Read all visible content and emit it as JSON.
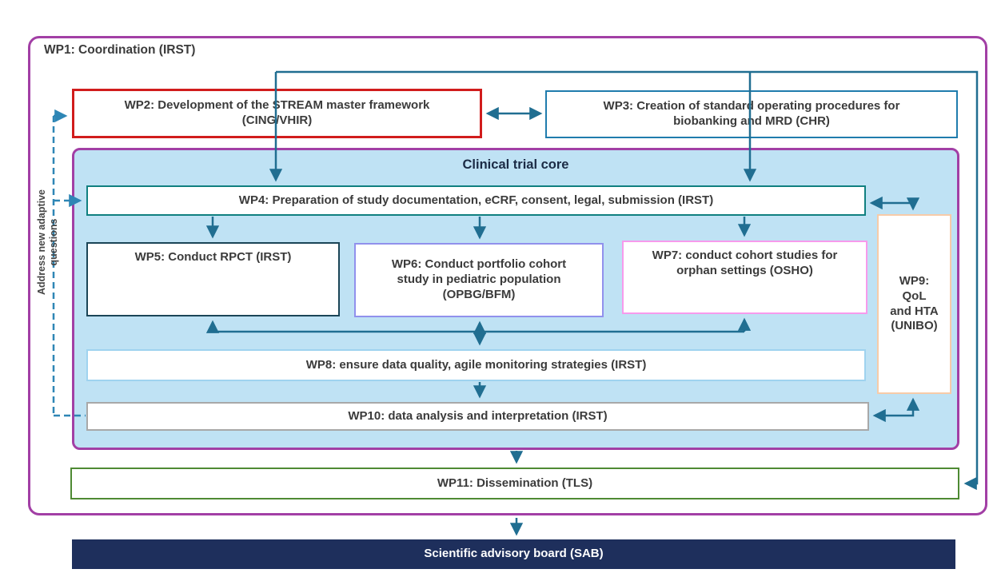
{
  "diagram": {
    "wp1": {
      "label": "WP1: Coordination (IRST)"
    },
    "wp2": {
      "label": "WP2: Development of the STREAM master framework\n(CING/VHIR)"
    },
    "wp3": {
      "label": "WP3: Creation of standard operating procedures for\nbiobanking and MRD (CHR)"
    },
    "core": {
      "title": "Clinical trial core"
    },
    "wp4": {
      "label": "WP4: Preparation of study documentation, eCRF, consent, legal, submission (IRST)"
    },
    "wp5": {
      "label": "WP5: Conduct RPCT (IRST)"
    },
    "wp6": {
      "label": "WP6: Conduct portfolio cohort\nstudy in pediatric population\n(OPBG/BFM)"
    },
    "wp7": {
      "label": "WP7: conduct cohort studies for\norphan settings (OSHO)"
    },
    "wp8": {
      "label": "WP8: ensure data quality, agile monitoring strategies (IRST)"
    },
    "wp9": {
      "label": "WP9:\nQoL\nand HTA\n(UNIBO)"
    },
    "wp10": {
      "label": "WP10: data analysis and interpretation (IRST)"
    },
    "wp11": {
      "label": "WP11: Dissemination (TLS)"
    },
    "sab": {
      "label": "Scientific advisory board (SAB)"
    },
    "side_note": "Address new adaptive\nquestions"
  },
  "colors": {
    "purple": "#a23fa5",
    "red": "#d11c1c",
    "blue": "#1f7cad",
    "core-fill": "#bfe2f4",
    "teal": "#108080",
    "navy": "#1b4557",
    "periwinkle": "#9191ec",
    "pink": "#f79aec",
    "lightblue": "#9fd3ef",
    "peach": "#f7cba8",
    "gray": "#a8a8a8",
    "green": "#4e8a33",
    "sab": "#1e2f5c",
    "arrow": "#206e91",
    "dashed": "#2e86b5",
    "text": "#3b3b3b",
    "core-title": "#1b2b45"
  }
}
